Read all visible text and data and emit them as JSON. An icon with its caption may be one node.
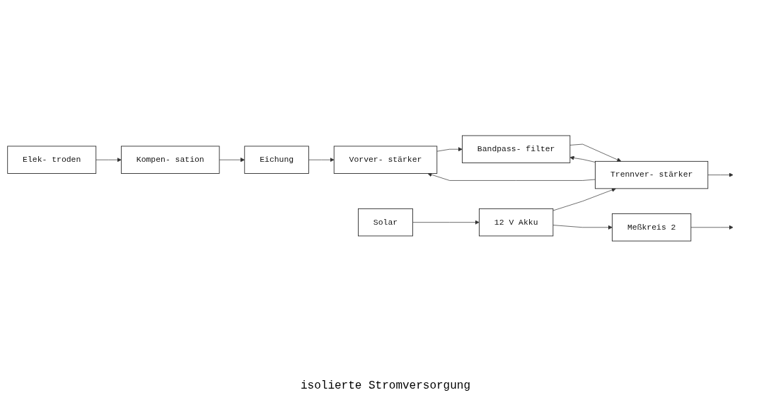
{
  "diagram": {
    "nodes": [
      {
        "text": [
          "Elek- troden"
        ]
      },
      {
        "text": [
          "Kompen- sation"
        ]
      },
      {
        "text": [
          "Eichung"
        ]
      },
      {
        "text": [
          "Vorver- stärker"
        ]
      },
      {
        "text": [
          "Bandpass- filter"
        ]
      },
      {
        "text": [
          "Trennver- stärker"
        ]
      },
      {
        "text": [
          "Solar"
        ]
      },
      {
        "text": [
          "12 V Akku"
        ]
      },
      {
        "text": [
          "Meßkreis 2"
        ]
      }
    ],
    "edges": [
      {
        "from": 0,
        "to": 1,
        "arrow": "to"
      },
      {
        "from": 1,
        "to": 2,
        "arrow": "to"
      },
      {
        "from": 2,
        "to": 3,
        "arrow": "to"
      },
      {
        "from": 3,
        "to": 4,
        "arrow": "to"
      },
      {
        "from": 4,
        "to": 5,
        "arrow": "to"
      },
      {
        "from": 5,
        "to": null,
        "arrow": "to"
      },
      {
        "from": 5,
        "to": 3,
        "arrow": "to"
      },
      {
        "from": 5,
        "to": 4,
        "arrow": "to"
      },
      {
        "from": 6,
        "to": 7,
        "arrow": "to"
      },
      {
        "from": 7,
        "to": 5,
        "arrow": "to"
      },
      {
        "from": 7,
        "to": 8,
        "arrow": "to"
      },
      {
        "from": 8,
        "to": null,
        "arrow": "to"
      }
    ],
    "labels": [
      "isolierte Stromversorgung"
    ]
  }
}
